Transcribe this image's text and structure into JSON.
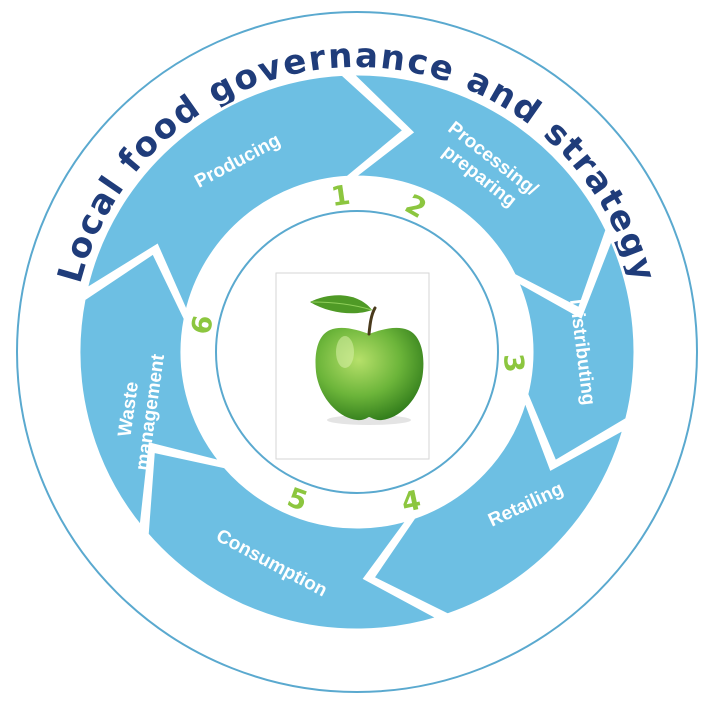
{
  "title": "Local food governance and strategy",
  "stages": [
    {
      "number": "1",
      "label": [
        "Producing"
      ]
    },
    {
      "number": "2",
      "label": [
        "Processing/",
        "preparing"
      ]
    },
    {
      "number": "3",
      "label": [
        "Distributing"
      ]
    },
    {
      "number": "4",
      "label": [
        "Retailing"
      ]
    },
    {
      "number": "5",
      "label": [
        "Consumption"
      ]
    },
    {
      "number": "6",
      "label": [
        "Waste",
        "management"
      ]
    }
  ],
  "center": {
    "icon": "green-apple-icon"
  },
  "colors": {
    "title": "#1f3c7a",
    "ring_stroke": "#5aa9cf",
    "arrow_fill": "#6dbfe3",
    "arrow_stroke": "#ffffff",
    "numbers": "#8cc63f",
    "apple": "#5fae2e"
  }
}
